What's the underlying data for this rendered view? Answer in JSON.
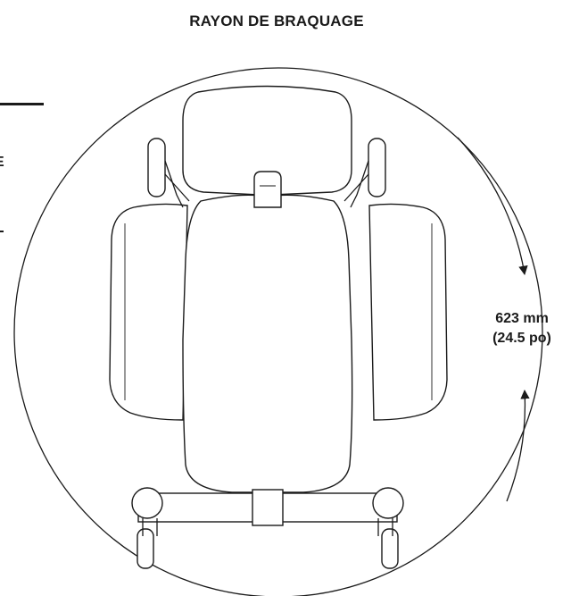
{
  "diagram": {
    "title": "RAYON DE BRAQUAGE",
    "measurement": {
      "metric": "623 mm",
      "imperial": "(24.5 po)"
    },
    "clipped_left_text": [
      ")",
      "E",
      ")"
    ]
  }
}
